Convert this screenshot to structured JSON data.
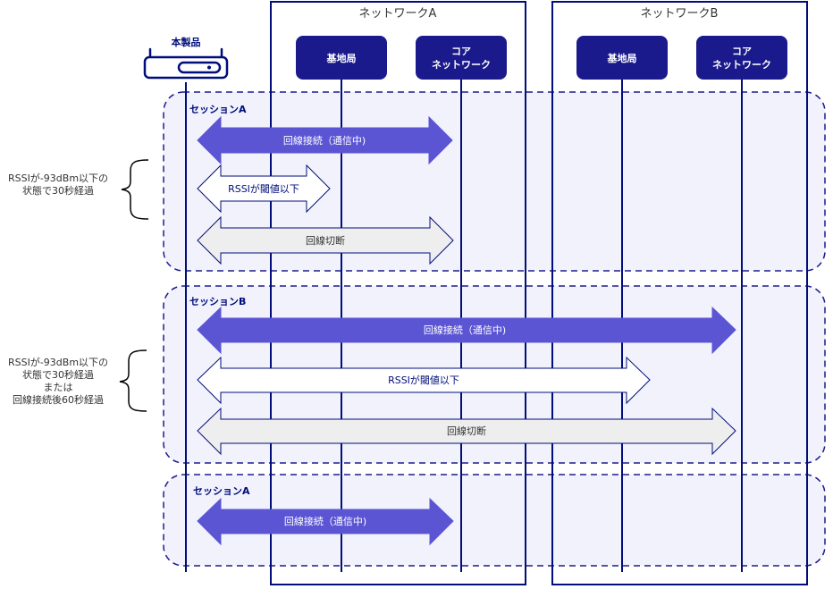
{
  "device": {
    "label": "本製品",
    "icon": "router-icon"
  },
  "networks": [
    {
      "title": "ネットワークA",
      "nodes": [
        {
          "lines": [
            "基地局"
          ]
        },
        {
          "lines": [
            "コア",
            "ネットワーク"
          ]
        }
      ]
    },
    {
      "title": "ネットワークB",
      "nodes": [
        {
          "lines": [
            "基地局"
          ]
        },
        {
          "lines": [
            "コア",
            "ネットワーク"
          ]
        }
      ]
    }
  ],
  "sessions": [
    {
      "label": "セッションA",
      "arrows": [
        {
          "text": "回線接続（通信中)",
          "style": "filled",
          "target": "a-core"
        },
        {
          "text": "RSSIが閾値以下",
          "style": "outline",
          "target": "a-base"
        },
        {
          "text": "回線切断",
          "style": "light",
          "target": "a-core"
        }
      ]
    },
    {
      "label": "セッションB",
      "arrows": [
        {
          "text": "回線接続（通信中)",
          "style": "filled",
          "target": "b-core"
        },
        {
          "text": "RSSIが閾値以下",
          "style": "outline",
          "target": "b-base"
        },
        {
          "text": "回線切断",
          "style": "light",
          "target": "b-core"
        }
      ]
    },
    {
      "label": "セッションA",
      "arrows": [
        {
          "text": "回線接続（通信中)",
          "style": "filled",
          "target": "a-core"
        }
      ]
    }
  ],
  "conditions": [
    {
      "lines": [
        "RSSIが-93dBm以下の",
        "状態で30秒経過"
      ]
    },
    {
      "lines": [
        "RSSIが-93dBm以下の",
        "状態で30秒経過",
        "または",
        "回線接続後60秒経過"
      ]
    }
  ],
  "colors": {
    "navy": "#000d7a",
    "node_fill": "#1a1a8c",
    "arrow_filled": "#5b55d4",
    "arrow_outline_fill": "#ffffff",
    "arrow_light_fill": "#eeeeee",
    "session_bg": "#f2f2fd"
  }
}
